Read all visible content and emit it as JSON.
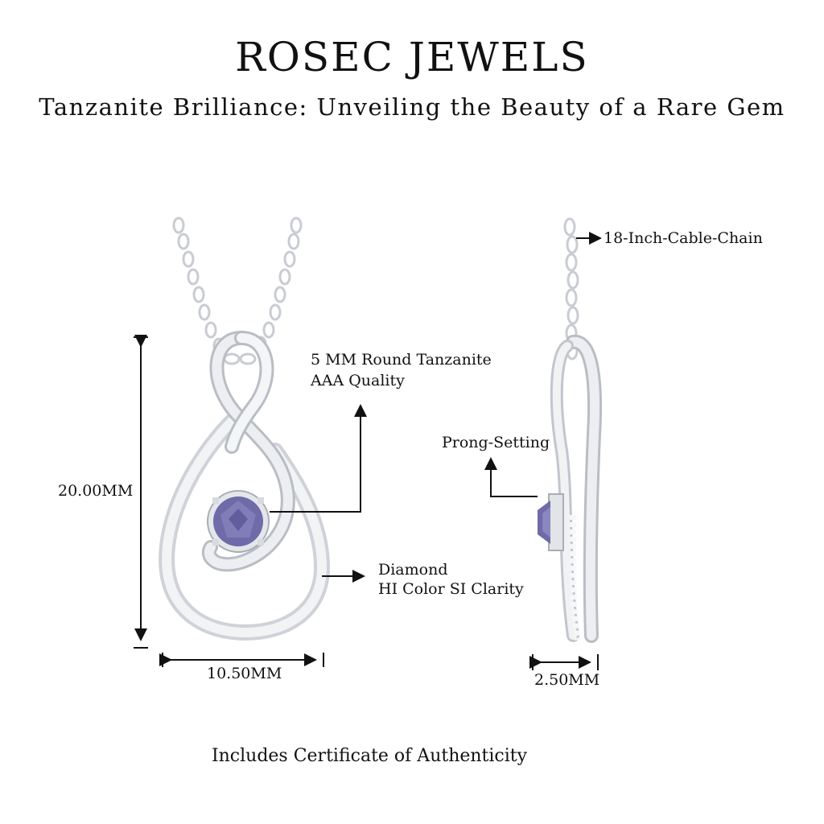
{
  "header": {
    "brand": "ROSEC JEWELS",
    "tagline": "Tanzanite Brilliance: Unveiling the Beauty of a Rare Gem"
  },
  "front_view": {
    "height_label": "20.00MM",
    "width_label": "10.50MM",
    "gem_label_line1": "5 MM Round Tanzanite",
    "gem_label_line2": "AAA Quality",
    "diamond_label_line1": "Diamond",
    "diamond_label_line2": "HI Color SI Clarity"
  },
  "side_view": {
    "chain_label": "18-Inch-Cable-Chain",
    "setting_label": "Prong-Setting",
    "depth_label": "2.50MM"
  },
  "footer": {
    "certificate": "Includes Certificate of Authenticity"
  },
  "colors": {
    "metal": "#e6e8ec",
    "metal_edge": "#b9bdc4",
    "tanzanite": "#6f6aa8",
    "diamond": "#f4f5f7",
    "text": "#111111"
  }
}
